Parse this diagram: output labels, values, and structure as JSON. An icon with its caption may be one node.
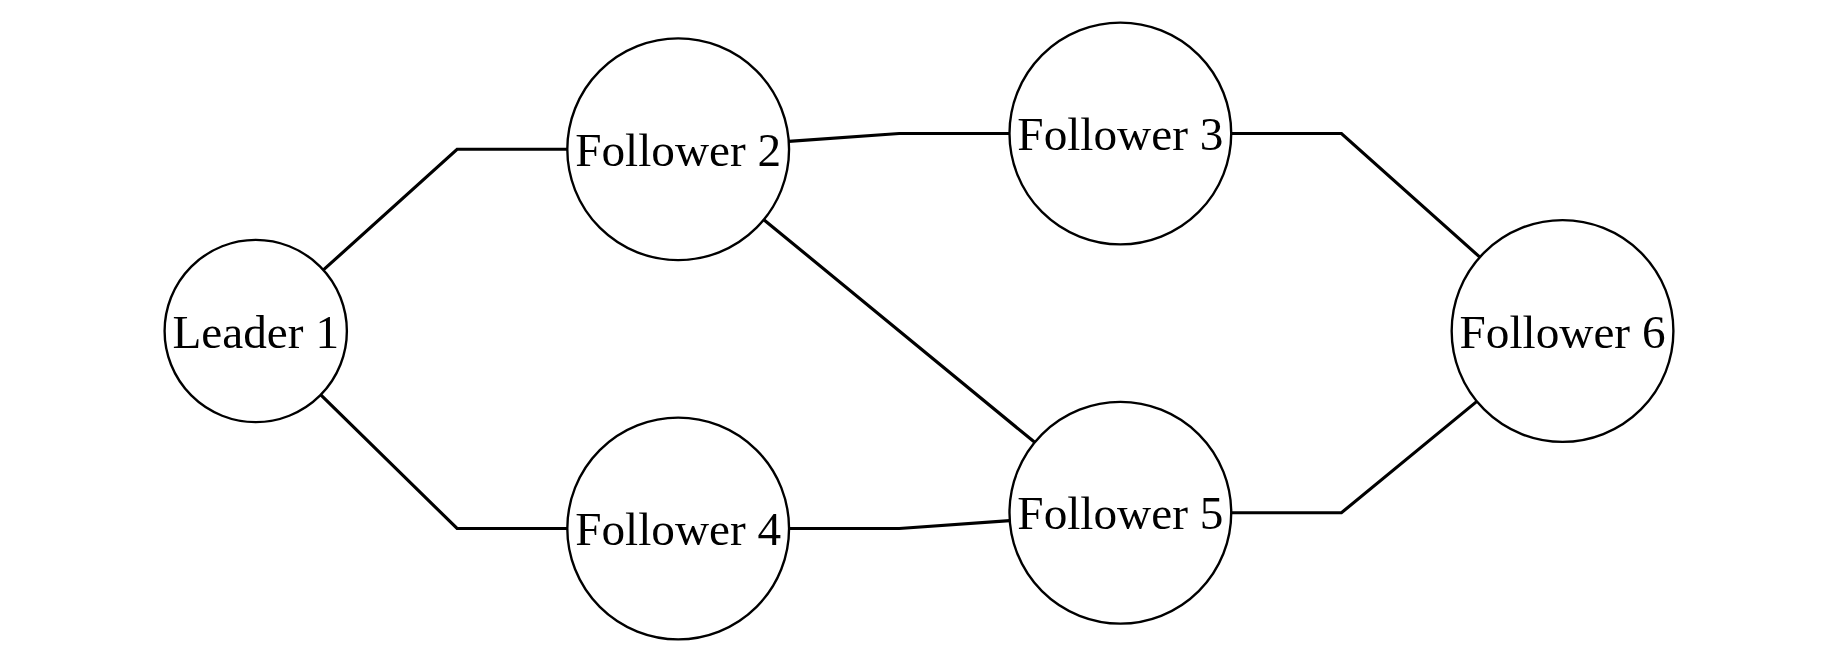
{
  "diagram": {
    "nodes": [
      {
        "text": [
          "Leader 1"
        ]
      },
      {
        "text": [
          "Follower 2"
        ]
      },
      {
        "text": [
          "Follower 3"
        ]
      },
      {
        "text": [
          "Follower 4"
        ]
      },
      {
        "text": [
          "Follower 5"
        ]
      },
      {
        "text": [
          "Follower 6"
        ]
      }
    ],
    "edges": [
      {
        "from": 0,
        "to": 1,
        "arrow": "none"
      },
      {
        "from": 1,
        "to": 2,
        "arrow": "none"
      },
      {
        "from": 0,
        "to": 3,
        "arrow": "none"
      },
      {
        "from": 1,
        "to": 4,
        "arrow": "none"
      },
      {
        "from": 2,
        "to": 5,
        "arrow": "none"
      },
      {
        "from": 3,
        "to": 4,
        "arrow": "none"
      },
      {
        "from": 4,
        "to": 5,
        "arrow": "none"
      }
    ]
  }
}
